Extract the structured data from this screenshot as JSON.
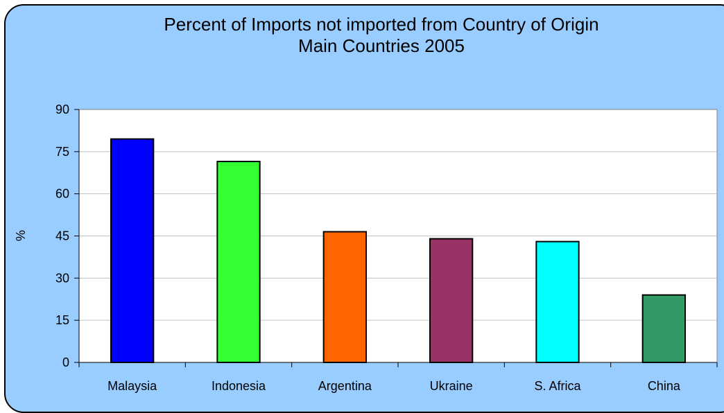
{
  "colors": {
    "background": "#99ccff",
    "plot_area": "#ffffff",
    "gridline": "#c0c0c0"
  },
  "chart_data": {
    "type": "bar",
    "title": "Percent of Imports not imported from Country of Origin",
    "subtitle": "Main Countries 2005",
    "xlabel": "",
    "ylabel": "%",
    "ylim": [
      0,
      90
    ],
    "yticks": [
      0,
      15,
      30,
      45,
      60,
      75,
      90
    ],
    "grid": true,
    "legend": "none",
    "categories": [
      "Malaysia",
      "Indonesia",
      "Argentina",
      "Ukraine",
      "S. Africa",
      "China"
    ],
    "values": [
      79.5,
      71.5,
      46.5,
      44,
      43,
      24
    ],
    "bar_colors": [
      "#0000ff",
      "#33ff33",
      "#ff6600",
      "#993366",
      "#00ffff",
      "#339966"
    ]
  }
}
